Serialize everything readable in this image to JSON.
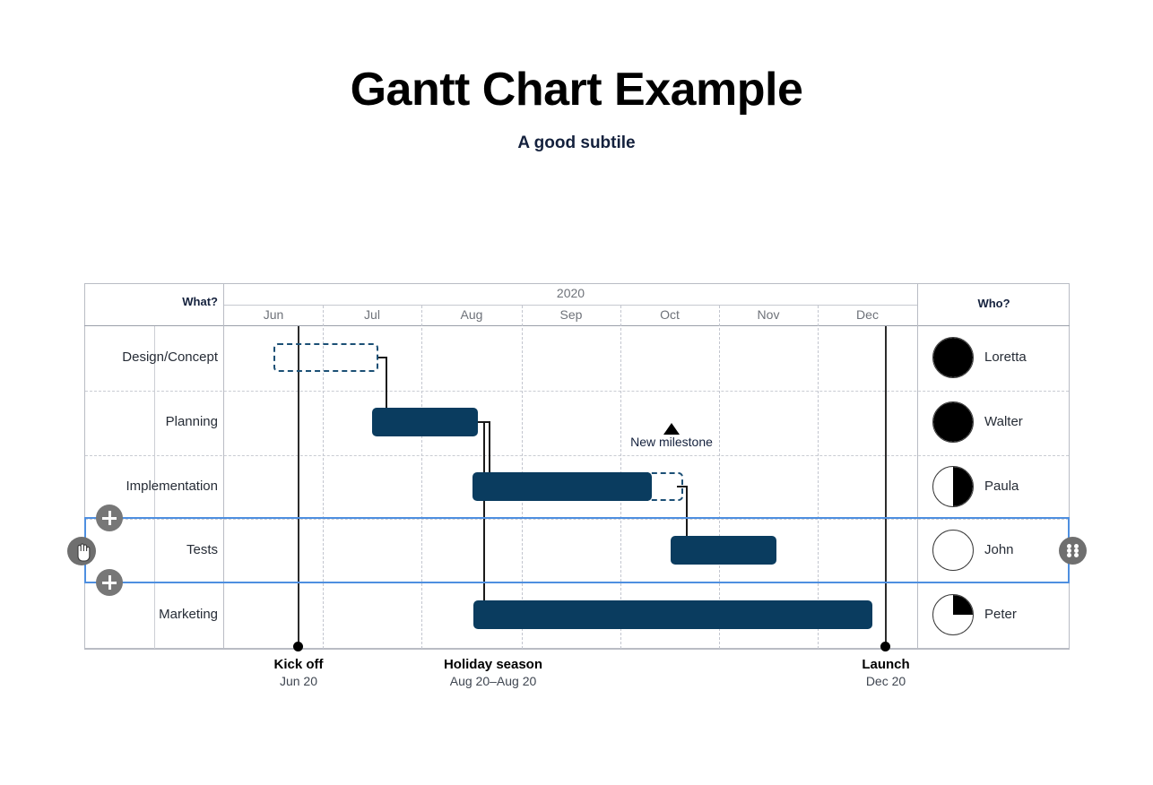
{
  "header": {
    "title": "Gantt Chart Example",
    "subtitle": "A good subtile"
  },
  "table": {
    "what_header": "What?",
    "who_header": "Who?",
    "year": "2020",
    "months": [
      "Jun",
      "Jul",
      "Aug",
      "Sep",
      "Oct",
      "Nov",
      "Dec"
    ]
  },
  "chart_data": {
    "type": "bar",
    "title": "Gantt Chart Example",
    "subtitle": "A good subtile",
    "xlabel": "2020",
    "ylabel": "What?",
    "categories": [
      "Design/Concept",
      "Planning",
      "Implementation",
      "Tests",
      "Marketing"
    ],
    "axis_ticks": [
      "Jun",
      "Jul",
      "Aug",
      "Sep",
      "Oct",
      "Nov",
      "Dec"
    ],
    "grid": true,
    "legend": "none",
    "tasks": [
      {
        "name": "Design/Concept",
        "owner": "Loretta",
        "progress": 100,
        "style": "planned-dashed",
        "start_month": "Jun",
        "end_month": "Jul"
      },
      {
        "name": "Planning",
        "owner": "Walter",
        "progress": 100,
        "style": "solid",
        "start_month": "Jul",
        "end_month": "Aug"
      },
      {
        "name": "Implementation",
        "owner": "Paula",
        "progress": 50,
        "style": "solid-with-dashed-extension",
        "start_month": "Aug",
        "end_month": "Oct"
      },
      {
        "name": "Tests",
        "owner": "John",
        "progress": 0,
        "style": "solid",
        "start_month": "Oct",
        "end_month": "Nov"
      },
      {
        "name": "Marketing",
        "owner": "Peter",
        "progress": 25,
        "style": "solid",
        "start_month": "Aug",
        "end_month": "Dec"
      }
    ],
    "milestones": [
      {
        "label": "New milestone",
        "marker": "triangle",
        "month": "Oct"
      }
    ],
    "axis_markers": [
      {
        "title": "Kick off",
        "date": "Jun 20"
      },
      {
        "title": "Holiday season",
        "date": "Aug 20–Aug 20"
      },
      {
        "title": "Launch",
        "date": "Dec 20"
      }
    ],
    "highlight_band": {
      "label": "Holiday season",
      "start": "Aug 20",
      "end": "Aug 20"
    },
    "colors": {
      "bar": "#0a3c5f",
      "bar_outline": "#1b4f75",
      "selection": "#4e8fe0",
      "highlight_band": "#ccccd9",
      "handle": "#6f6f6f"
    }
  },
  "selection": {
    "selected_row": "Tests",
    "add_above_label": "+",
    "add_below_label": "+"
  }
}
